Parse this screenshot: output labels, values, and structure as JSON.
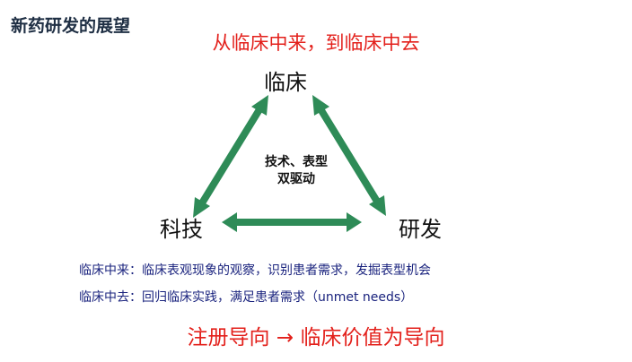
{
  "title": "新药研发的展望",
  "subtitle": "从临床中来，到临床中去",
  "nodes": {
    "top": "临床",
    "left": "科技",
    "right": "研发"
  },
  "center": {
    "line1": "技术、表型",
    "line2": "双驱动"
  },
  "bullets": [
    "临床中来：临床表观现象的观察，识别患者需求，发掘表型机会",
    "临床中去：回归临床实践，满足患者需求（unmet needs）"
  ],
  "footer": "注册导向  →  临床价值为导向",
  "colors": {
    "arrow": "#2e8b57",
    "red": "#e3201b",
    "navy": "#1a237e",
    "title": "#1f2f44"
  }
}
